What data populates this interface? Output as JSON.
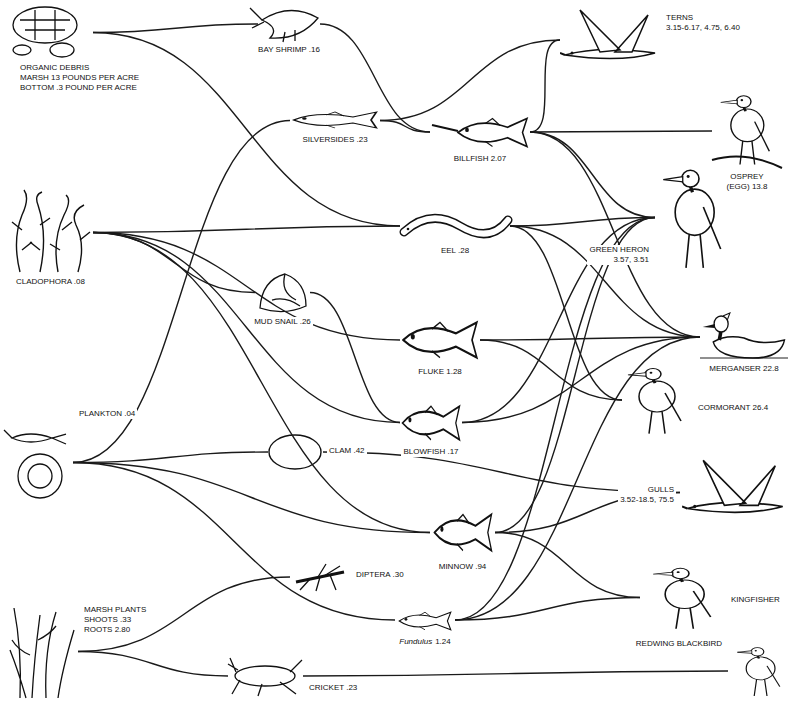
{
  "diagram": {
    "nodes": [
      {
        "text": [
          "ORGANIC DEBRIS",
          "MARSH 13 POUNDS PER ACRE",
          "BOTTOM .3 POUND PER ACRE"
        ]
      },
      {
        "text": [
          "BAY SHRIMP .16"
        ]
      },
      {
        "text": [
          "TERNS",
          "3.15-6.17, 4.75, 6.40"
        ]
      },
      {
        "text": [
          "SILVERSIDES .23"
        ]
      },
      {
        "text": [
          "BILLFISH 2.07"
        ]
      },
      {
        "text": [
          "OSPREY",
          "(EGG) 13.8"
        ]
      },
      {
        "text": [
          "CLADOPHORA .08"
        ]
      },
      {
        "text": [
          "EEL .28"
        ]
      },
      {
        "text": [
          "GREEN HERON",
          "3.57, 3.51"
        ]
      },
      {
        "text": [
          "MUD SNAIL .26"
        ]
      },
      {
        "text": [
          "FLUKE 1.28"
        ]
      },
      {
        "text": [
          "MERGANSER 22.8"
        ]
      },
      {
        "text": [
          "CORMORANT 26.4"
        ]
      },
      {
        "text": [
          "PLANKTON .04"
        ]
      },
      {
        "text": [
          "CLAM .42"
        ]
      },
      {
        "text": [
          "BLOWFISH .17"
        ]
      },
      {
        "text": [
          "GULLS",
          "3.52-18.5, 75.5"
        ]
      },
      {
        "text": [
          "MINNOW .94"
        ]
      },
      {
        "text": [
          "DIPTERA .30"
        ]
      },
      {
        "text": [
          "KINGFISHER"
        ]
      },
      {
        "text": [
          "Fundulus",
          "1.24"
        ]
      },
      {
        "text": [
          "MARSH PLANTS",
          "SHOOTS .33",
          "ROOTS 2.80"
        ]
      },
      {
        "text": [
          "REDWING BLACKBIRD"
        ]
      },
      {
        "text": [
          "CRICKET .23"
        ]
      }
    ],
    "edges": [
      {
        "from": 0,
        "to": 1,
        "arrow": "none"
      },
      {
        "from": 0,
        "to": 7,
        "arrow": "none"
      },
      {
        "from": 6,
        "to": 7,
        "arrow": "none"
      },
      {
        "from": 6,
        "to": 9,
        "arrow": "none"
      },
      {
        "from": 6,
        "to": 10,
        "arrow": "none"
      },
      {
        "from": 6,
        "to": 15,
        "arrow": "none"
      },
      {
        "from": 6,
        "to": 17,
        "arrow": "none"
      },
      {
        "from": 13,
        "to": 3,
        "arrow": "none"
      },
      {
        "from": 13,
        "to": 14,
        "arrow": "none"
      },
      {
        "from": 13,
        "to": 17,
        "arrow": "none"
      },
      {
        "from": 13,
        "to": 20,
        "arrow": "none"
      },
      {
        "from": 21,
        "to": 18,
        "arrow": "none"
      },
      {
        "from": 21,
        "to": 23,
        "arrow": "none"
      },
      {
        "from": 9,
        "to": 15,
        "arrow": "none"
      },
      {
        "from": 14,
        "to": 16,
        "arrow": "none"
      },
      {
        "from": 23,
        "to": 22,
        "arrow": "none"
      },
      {
        "from": 1,
        "to": 4,
        "arrow": "none"
      },
      {
        "from": 3,
        "to": 2,
        "arrow": "none"
      },
      {
        "from": 3,
        "to": 4,
        "arrow": "none"
      },
      {
        "from": 4,
        "to": 2,
        "arrow": "none"
      },
      {
        "from": 4,
        "to": 5,
        "arrow": "none"
      },
      {
        "from": 4,
        "to": 8,
        "arrow": "none"
      },
      {
        "from": 4,
        "to": 11,
        "arrow": "none"
      },
      {
        "from": 7,
        "to": 8,
        "arrow": "none"
      },
      {
        "from": 7,
        "to": 11,
        "arrow": "none"
      },
      {
        "from": 7,
        "to": 12,
        "arrow": "none"
      },
      {
        "from": 10,
        "to": 11,
        "arrow": "none"
      },
      {
        "from": 10,
        "to": 12,
        "arrow": "none"
      },
      {
        "from": 15,
        "to": 8,
        "arrow": "none"
      },
      {
        "from": 15,
        "to": 11,
        "arrow": "none"
      },
      {
        "from": 17,
        "to": 8,
        "arrow": "none"
      },
      {
        "from": 17,
        "to": 19,
        "arrow": "none"
      },
      {
        "from": 17,
        "to": 16,
        "arrow": "none"
      },
      {
        "from": 20,
        "to": 8,
        "arrow": "none"
      },
      {
        "from": 20,
        "to": 19,
        "arrow": "none"
      },
      {
        "from": 20,
        "to": 11,
        "arrow": "none"
      }
    ]
  }
}
